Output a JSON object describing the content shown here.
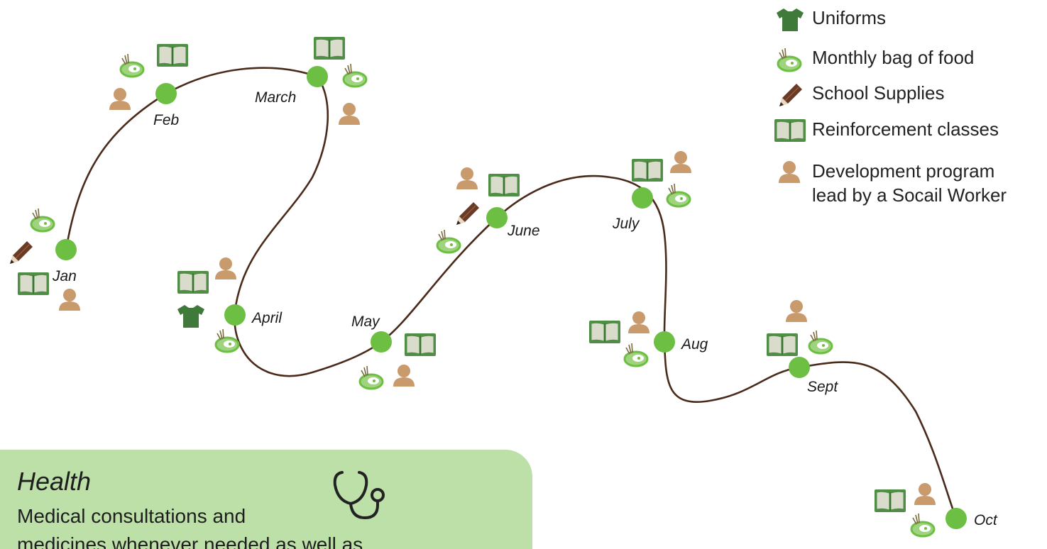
{
  "legend": {
    "uniforms": "Uniforms",
    "food": "Monthly bag of food",
    "supplies": "School Supplies",
    "classes": "Reinforcement classes",
    "program_line1": "Development program",
    "program_line2": "lead by a Socail Worker"
  },
  "months": [
    {
      "name": "Jan",
      "icons": [
        "food-icon",
        "pencil-icon",
        "book-icon",
        "person-icon"
      ]
    },
    {
      "name": "Feb",
      "icons": [
        "food-icon",
        "book-icon",
        "person-icon"
      ]
    },
    {
      "name": "March",
      "icons": [
        "book-icon",
        "food-icon",
        "person-icon"
      ]
    },
    {
      "name": "April",
      "icons": [
        "book-icon",
        "person-icon",
        "shirt-icon",
        "food-icon"
      ]
    },
    {
      "name": "May",
      "icons": [
        "book-icon",
        "food-icon",
        "person-icon"
      ]
    },
    {
      "name": "June",
      "icons": [
        "person-icon",
        "book-icon",
        "pencil-icon",
        "food-icon"
      ]
    },
    {
      "name": "July",
      "icons": [
        "book-icon",
        "person-icon",
        "food-icon"
      ]
    },
    {
      "name": "Aug",
      "icons": [
        "book-icon",
        "person-icon",
        "food-icon"
      ]
    },
    {
      "name": "Sept",
      "icons": [
        "person-icon",
        "book-icon",
        "food-icon"
      ]
    },
    {
      "name": "Oct",
      "icons": [
        "book-icon",
        "person-icon",
        "food-icon"
      ]
    }
  ],
  "health": {
    "title": "Health",
    "line1": "Medical consultations and",
    "line2": "medicines whenever needed as well as"
  },
  "colors": {
    "node": "#6dbf44",
    "path": "#4a2a1a",
    "uniform": "#3f7a3a",
    "book": "#4f8f45",
    "person": "#c99a6c",
    "pencil": "#6b3a24",
    "health_bg": "#bce0a8"
  }
}
